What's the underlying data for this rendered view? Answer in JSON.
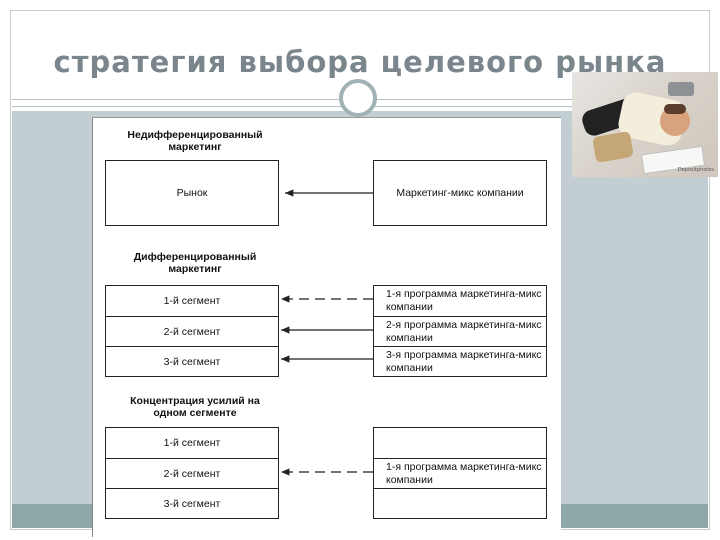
{
  "slide": {
    "title": "стратегия выбора целевого рынка"
  },
  "photo": {
    "credit": "Depositphotos"
  },
  "diagram": {
    "section1": {
      "heading": "Недифференцированный маркетинг",
      "left_box": "Рынок",
      "right_box": "Маркетинг-микс компании"
    },
    "section2": {
      "heading": "Дифференцированный маркетинг",
      "segments": [
        "1-й сегмент",
        "2-й сегмент",
        "3-й сегмент"
      ],
      "programs": [
        "1-я программа маркетинга-микс компании",
        "2-я программа маркетинга-микс компании",
        "3-я программа маркетинга-микс компании"
      ]
    },
    "section3": {
      "heading": "Концентрация усилий на одном сегменте",
      "segments": [
        "1-й сегмент",
        "2-й сегмент",
        "3-й сегмент"
      ],
      "program": "1-я программа маркетинга-микс компании"
    }
  },
  "colors": {
    "title": "#7a858c",
    "band_gray": "#c3ced3",
    "band_teal": "#8ea7a9",
    "circle_ring": "#9fb2b4"
  }
}
